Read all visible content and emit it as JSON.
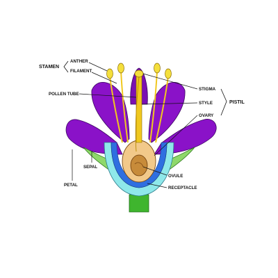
{
  "labels": {
    "stamen": "STAMEN",
    "anther": "ANTHER",
    "filament": "FILAMENT",
    "pollen_tube": "POLLEN TUBE",
    "stigma": "STIGMA",
    "style": "STYLE",
    "pistil": "PISTIL",
    "ovary": "OVARY",
    "sepal": "SEPAL",
    "petal": "PETAL",
    "ovule": "OVULE",
    "receptacle": "RECEPTACLE"
  },
  "colors": {
    "petal": "#8a12c8",
    "petal_dark": "#5e0b8c",
    "sepal": "#8ed86a",
    "stem": "#3fb52e",
    "blue_tissue": "#2f6fe0",
    "receptacle": "#8fe8ea",
    "ovary_wall": "#f2c98a",
    "ovule": "#c78b3a",
    "anther": "#f4df3c",
    "filament": "#f0c81f"
  }
}
